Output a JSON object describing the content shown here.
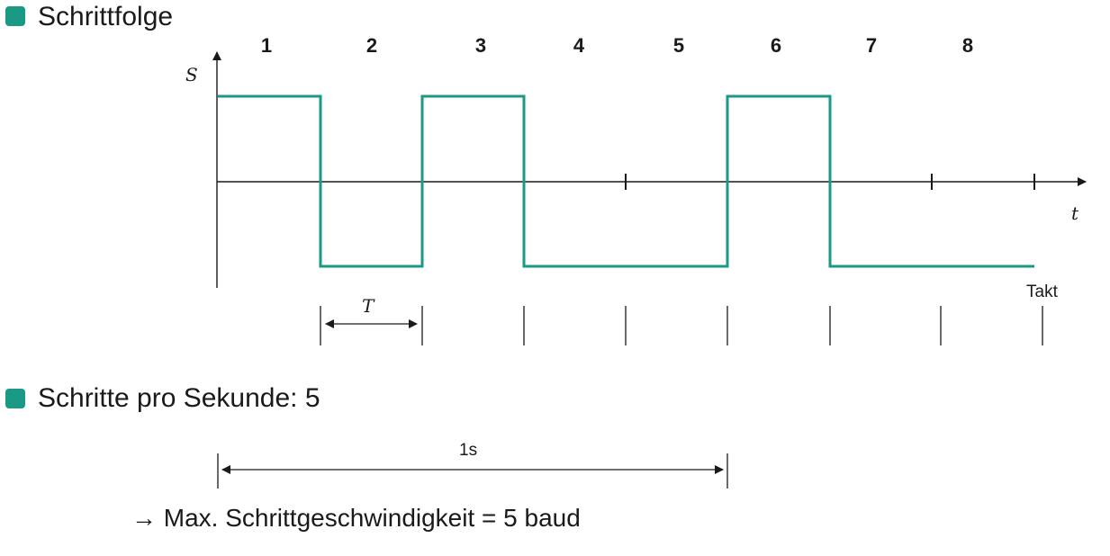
{
  "colors": {
    "bullet": "#1a9a85",
    "signal": "#1a9a85",
    "line": "#1a1a1a"
  },
  "sections": {
    "heading1": "Schrittfolge",
    "heading2": "Schritte pro Sekunde: 5",
    "conclusion": "→ Max. Schrittgeschwindigkeit = 5 baud"
  },
  "diagram": {
    "step_numbers": [
      "1",
      "2",
      "3",
      "4",
      "5",
      "6",
      "7",
      "8"
    ],
    "y_axis_label": "S",
    "x_axis_label": "t",
    "clock_label": "Takt",
    "period_label": "T",
    "duration_label": "1s"
  },
  "chart_data": {
    "type": "line",
    "signal_levels": [
      1,
      -1,
      1,
      -1,
      -1,
      1,
      -1,
      -1
    ],
    "steps": [
      "1",
      "2",
      "3",
      "4",
      "5",
      "6",
      "7",
      "8"
    ]
  }
}
